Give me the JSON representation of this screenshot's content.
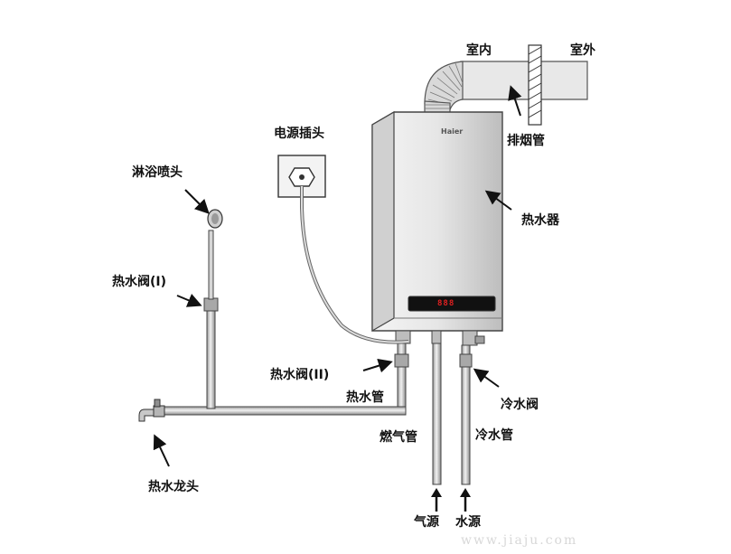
{
  "diagram": {
    "labels": {
      "indoor": "室内",
      "outdoor": "室外",
      "exhaust_pipe": "排烟管",
      "power_plug": "电源插头",
      "shower_head": "淋浴喷头",
      "water_heater": "热水器",
      "hot_valve_1": "热水阀(I)",
      "hot_valve_2": "热水阀(II)",
      "hot_water_pipe": "热水管",
      "cold_valve": "冷水阀",
      "gas_pipe": "燃气管",
      "cold_water_pipe": "冷水管",
      "hot_faucet": "热水龙头",
      "gas_source": "气源",
      "water_source": "水源"
    },
    "heater": {
      "brand": "Haier",
      "display_text": "888"
    },
    "watermark": "www.jiaju.com"
  }
}
